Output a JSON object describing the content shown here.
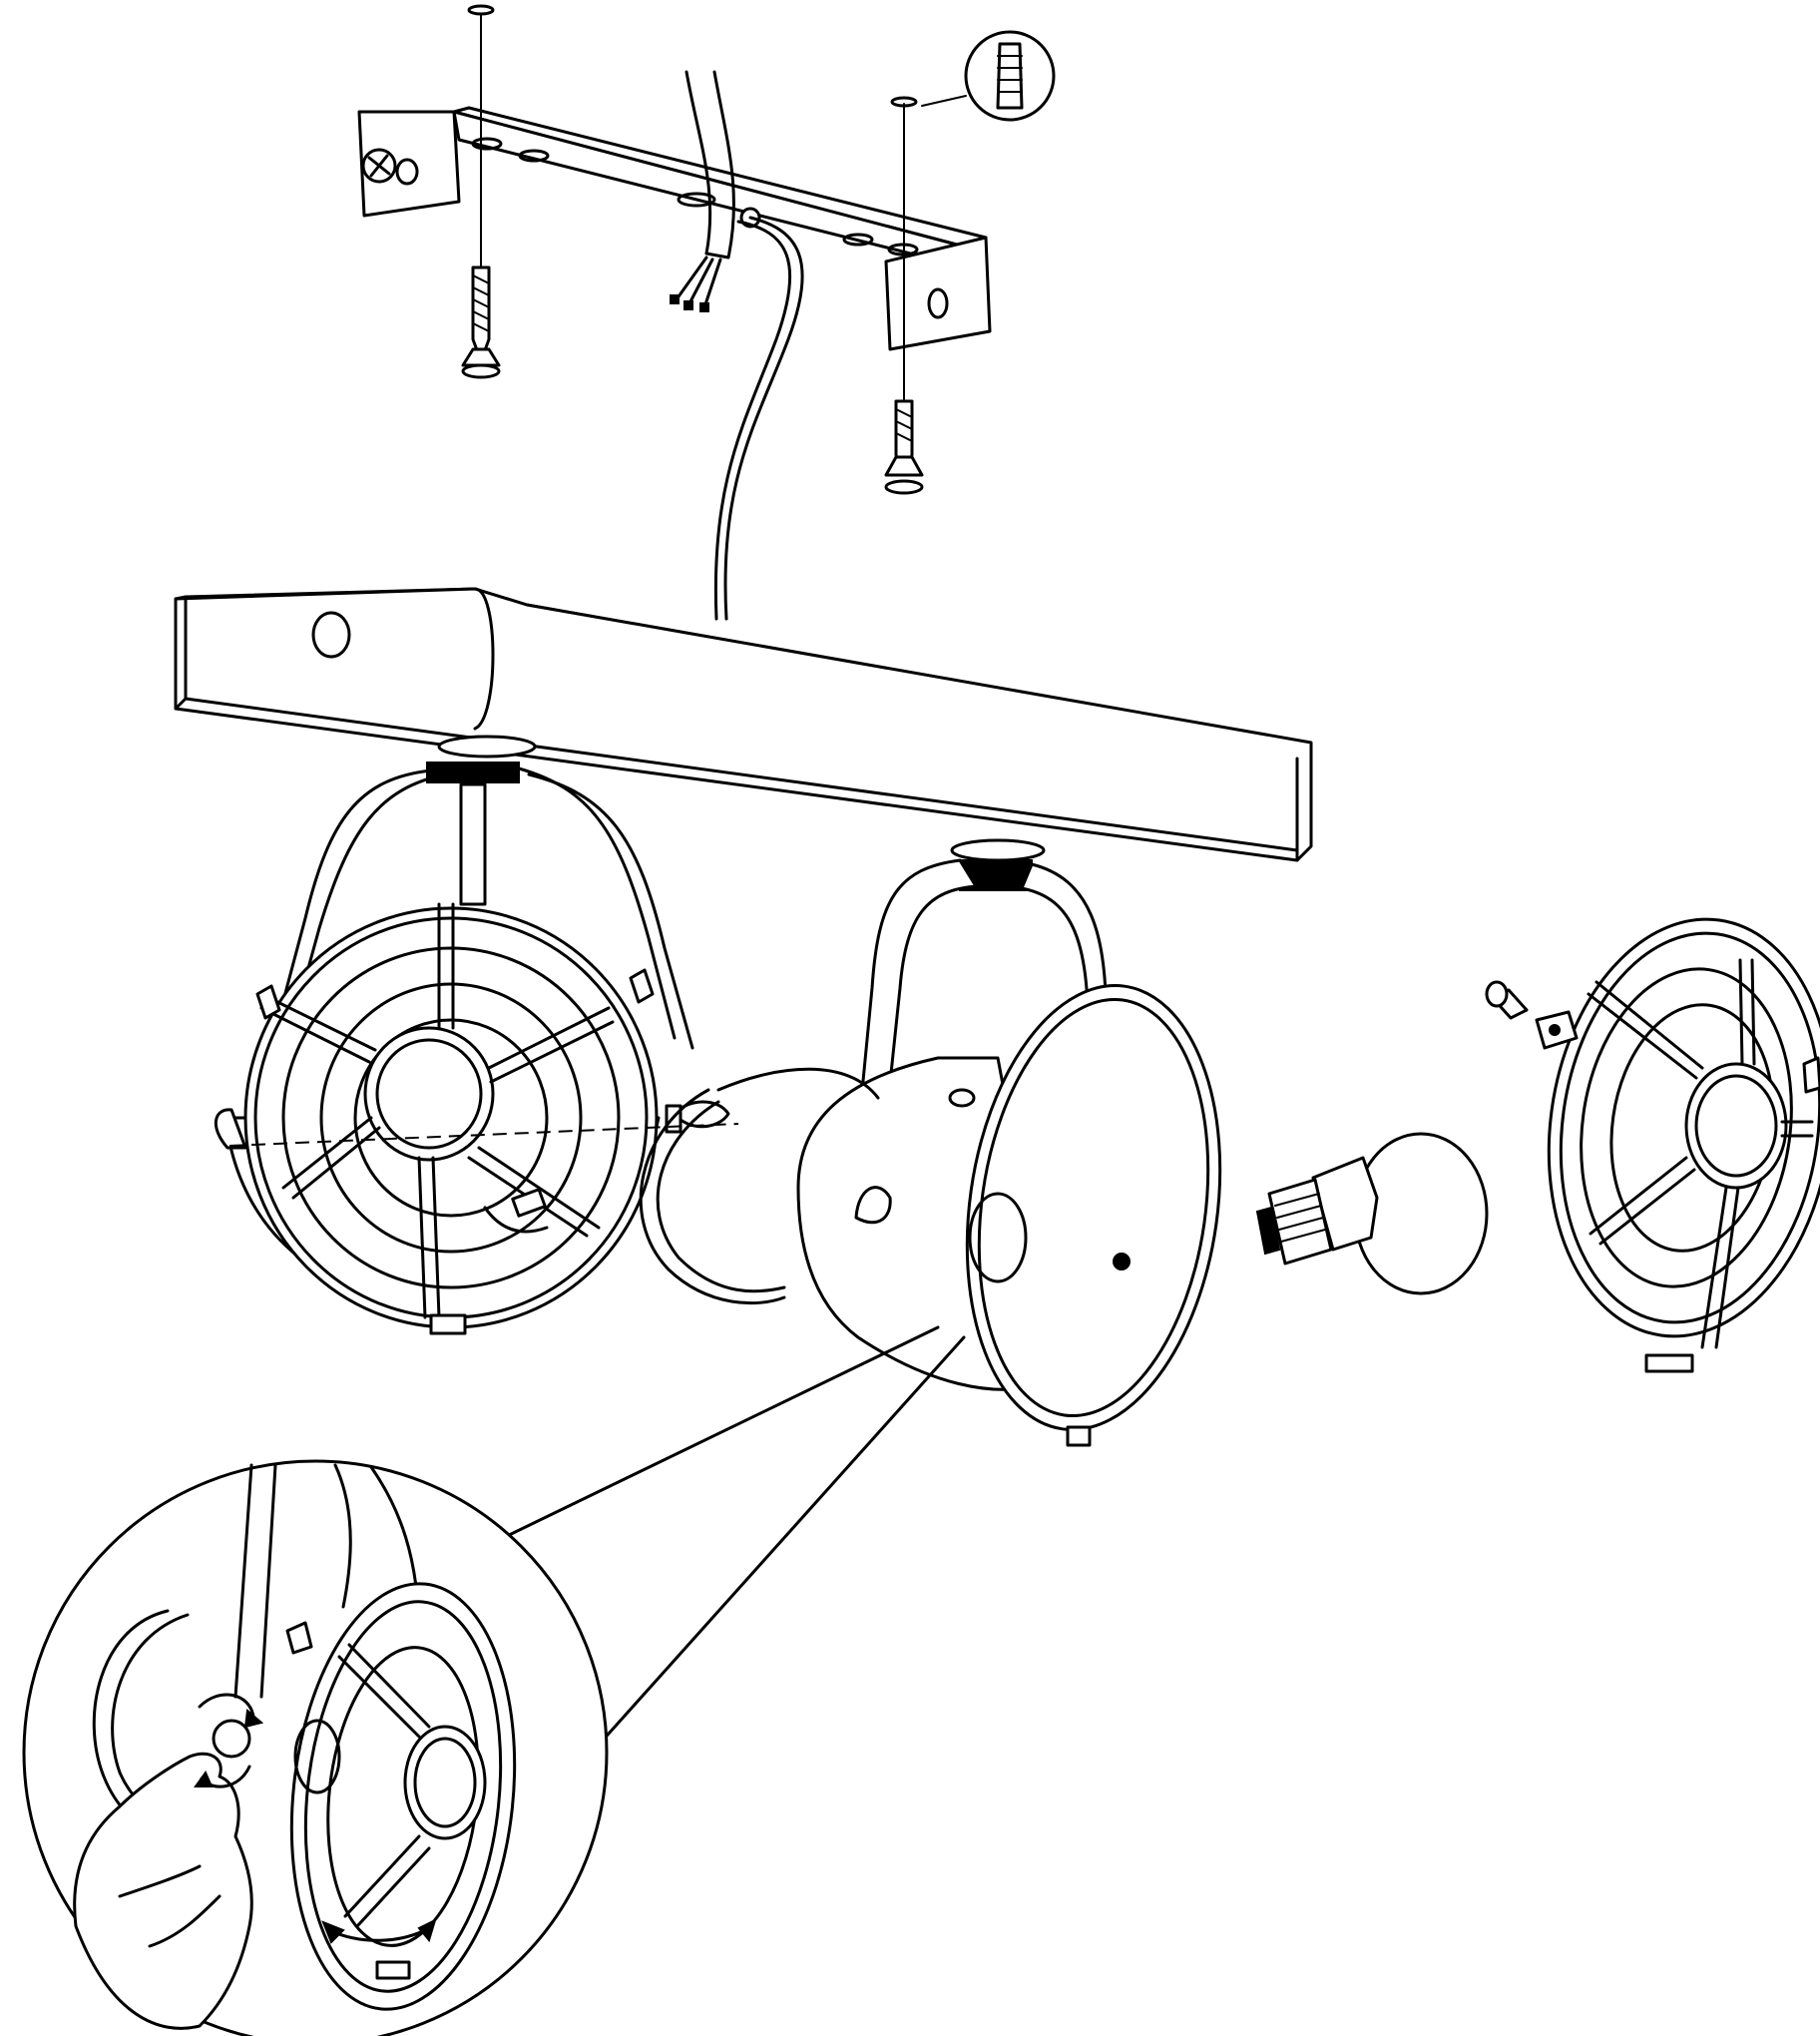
{
  "diagram": {
    "kind": "assembly-instructions",
    "line_color": "#000000",
    "background": "#ffffff",
    "parts": [
      "ceiling-screw",
      "wall-plug",
      "mounting-bracket",
      "supply-cable",
      "earth-wire",
      "canopy",
      "spotlight-1",
      "spotlight-2",
      "light-bulb",
      "wire-guard",
      "guard-fixing-screw",
      "detail-magnifier"
    ],
    "detail_rotation_arrow": "bidirectional-arrow-icon",
    "detail_turn_arrow": "rotate-arrow-icon"
  }
}
